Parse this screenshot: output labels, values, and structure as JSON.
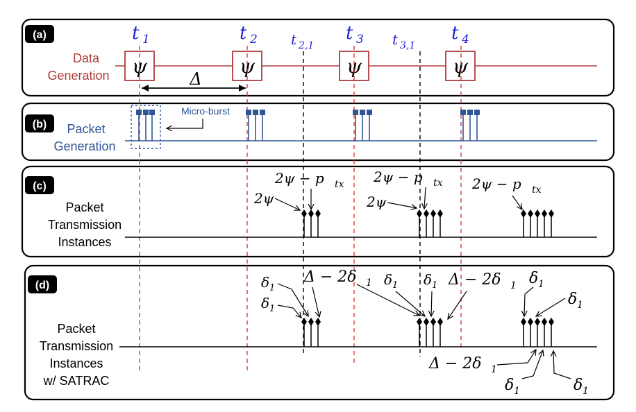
{
  "colors": {
    "data": "#b03a3a",
    "packet": "#2f5596",
    "marker_blue": "#1f1fd6",
    "guide_red": "#d93a3a",
    "ink": "#000000",
    "panel_border": "#000000"
  },
  "panels": {
    "a": {
      "badge": "(a)",
      "label_line1": "Data",
      "label_line2": "Generation",
      "box_symbol": "ψ",
      "delta_label": "Δ"
    },
    "b": {
      "badge": "(b)",
      "label_line1": "Packet",
      "label_line2": "Generation",
      "microburst_label": "Micro-burst"
    },
    "c": {
      "badge": "(c)",
      "label_line1": "Packet",
      "label_line2": "Transmission",
      "label_line3": "Instances",
      "ann_2psi_a": "2ψ",
      "ann_2psi_minus_a": "2ψ − p",
      "ann_2psi_b": "2ψ",
      "ann_2psi_minus_b": "2ψ − p",
      "ann_2psi_minus_c": "2ψ − p",
      "ptx_sub": "tx"
    },
    "d": {
      "badge": "(d)",
      "label_line1": "Packet",
      "label_line2": "Transmission",
      "label_line3": "Instances",
      "label_line4": "w/ SATRAC",
      "delta1": "δ",
      "one": "1",
      "delta_minus_2delta1": "Δ − 2δ"
    }
  },
  "time_markers": [
    {
      "name": "t1",
      "base": "t",
      "sub": "1"
    },
    {
      "name": "t2",
      "base": "t",
      "sub": "2"
    },
    {
      "name": "t21",
      "base": "t",
      "sub": "2,1"
    },
    {
      "name": "t3",
      "base": "t",
      "sub": "3"
    },
    {
      "name": "t31",
      "base": "t",
      "sub": "3,1"
    },
    {
      "name": "t4",
      "base": "t",
      "sub": "4"
    }
  ]
}
